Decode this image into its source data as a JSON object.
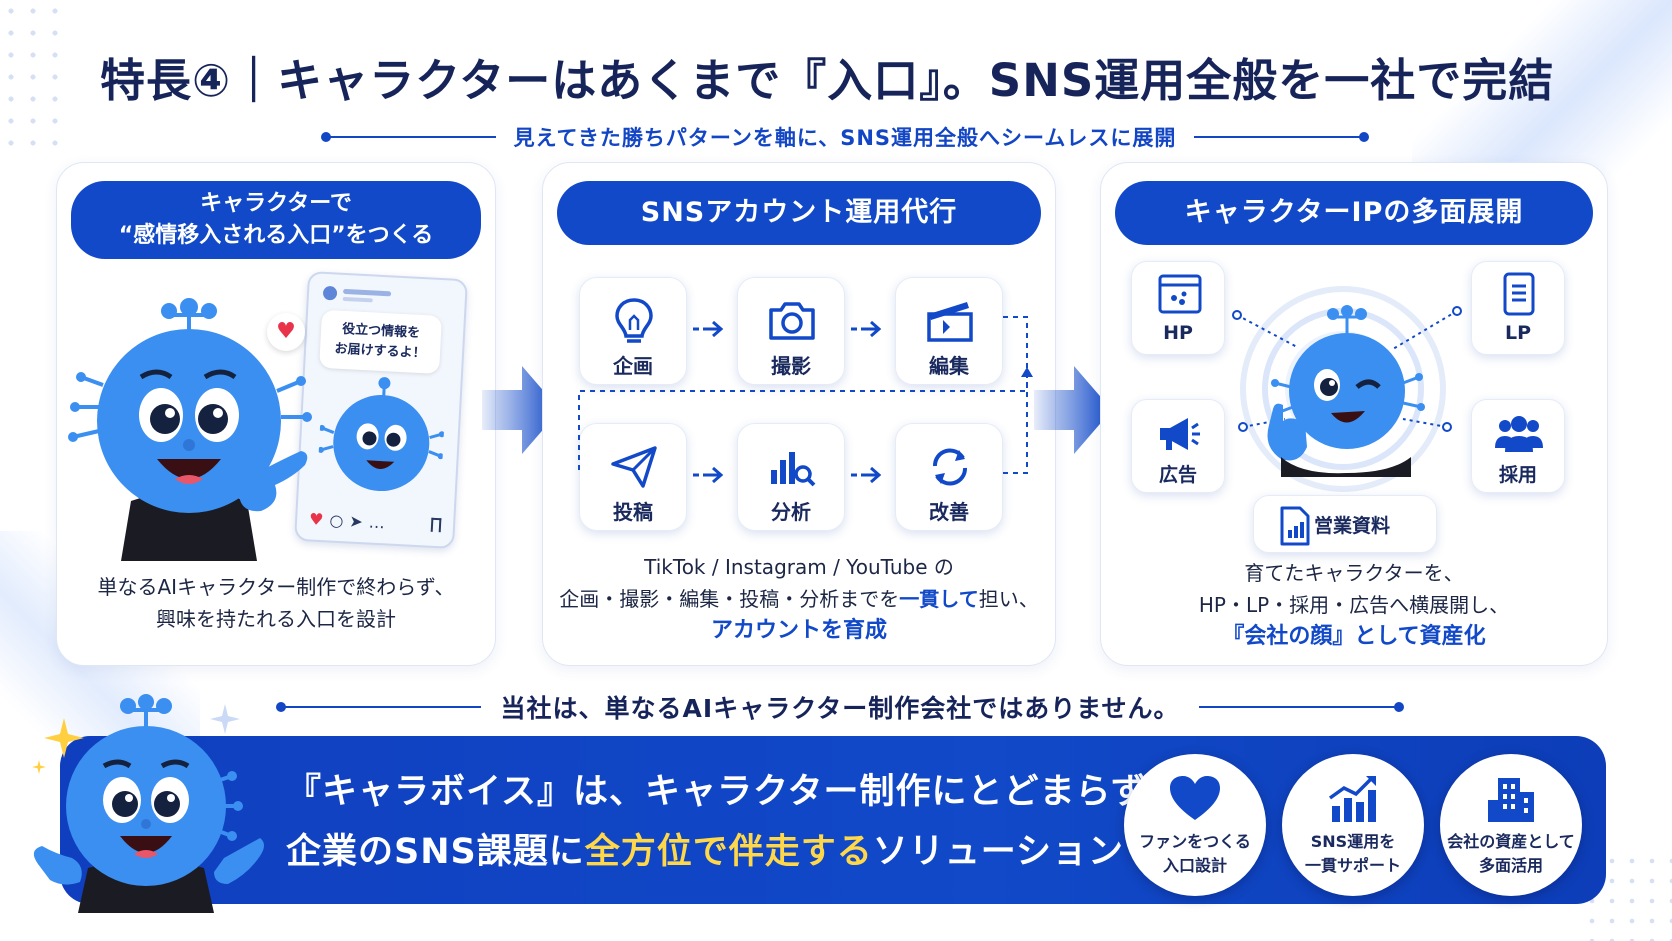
{
  "title": "特長④｜キャラクターはあくまで『入口』。SNS運用全般を一社で完結",
  "subtitle": "見えてきた勝ちパターンを軸に、SNS運用全般へシームレスに展開",
  "card1": {
    "header_line1": "キャラクターで",
    "header_line2": "“感情移入される入口”をつくる",
    "bubble_line1": "役立つ情報を",
    "bubble_line2": "お届けするよ！",
    "desc_line1": "単なるAIキャラクター制作で終わらず、",
    "desc_line2": "興味を持たれる入口を設計"
  },
  "card2": {
    "header": "SNSアカウント運用代行",
    "steps": [
      {
        "label": "企画",
        "icon": "lightbulb-icon"
      },
      {
        "label": "撮影",
        "icon": "camera-icon"
      },
      {
        "label": "編集",
        "icon": "clapperboard-icon"
      },
      {
        "label": "投稿",
        "icon": "paper-plane-icon"
      },
      {
        "label": "分析",
        "icon": "analytics-chart-icon"
      },
      {
        "label": "改善",
        "icon": "refresh-icon"
      }
    ],
    "desc_line1": "TikTok / Instagram / YouTube の",
    "desc_line2a": "企画・撮影・編集・投稿・分析までを",
    "desc_line2b": "一貫して",
    "desc_line2c": "担い、",
    "desc_line3": "アカウントを育成"
  },
  "card3": {
    "header": "キャラクターIPの多面展開",
    "items": {
      "hp": "HP",
      "lp": "LP",
      "ad": "広告",
      "recruit": "採用",
      "sales": "営業資料"
    },
    "desc_line1": "育てたキャラクターを、",
    "desc_line2": "HP・LP・採用・広告へ横展開し、",
    "desc_line3": "『会社の顔』として資産化"
  },
  "statement": "当社は、単なるAIキャラクター制作会社ではありません。",
  "banner": {
    "line1": "『キャラボイス』は、キャラクター制作にとどまらず、",
    "line2a": "企業のSNS課題に",
    "line2b": "全方位で伴走する",
    "line2c": "ソリューションです。"
  },
  "badges": [
    {
      "line1": "ファンをつくる",
      "line2": "入口設計",
      "icon": "heart-icon"
    },
    {
      "line1": "SNS運用を",
      "line2": "一貫サポート",
      "icon": "growth-chart-icon"
    },
    {
      "line1": "会社の資産として",
      "line2": "多面活用",
      "icon": "building-icon"
    }
  ],
  "colors": {
    "primary": "#1149c8",
    "navy": "#16245a",
    "highlight": "#ffd84a",
    "mascot": "#3a8ff0"
  }
}
